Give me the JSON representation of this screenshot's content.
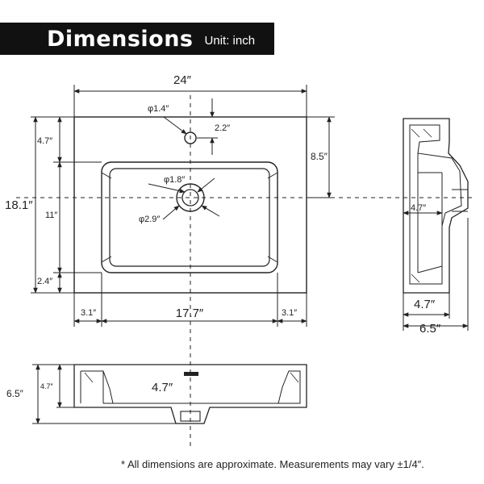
{
  "header": {
    "title": "Dimensions",
    "unit_label": "Unit: inch"
  },
  "top_view": {
    "overall_width": "24″",
    "overall_depth": "18.1″",
    "bowl_width": "17.7″",
    "left_margin": "3.1″",
    "right_margin": "3.1″",
    "top_margin": "4.7″",
    "bowl_depth": "11″",
    "bottom_margin": "2.4″",
    "faucet_hole_diameter": "φ1.4″",
    "faucet_hole_offset": "2.2″",
    "faucet_to_drain": "8.5″",
    "drain_diameter": "φ1.8″",
    "drain_outer_diameter": "φ2.9″"
  },
  "side_view": {
    "inner_depth": "4.7″",
    "bowl_height": "4.7″",
    "overall_height": "6.5″"
  },
  "front_view": {
    "overall_height": "6.5″",
    "bowl_height": "4.7″",
    "drain_depth": "4.7″"
  },
  "footnote": "* All dimensions are approximate. Measurements may vary ±1/4″."
}
